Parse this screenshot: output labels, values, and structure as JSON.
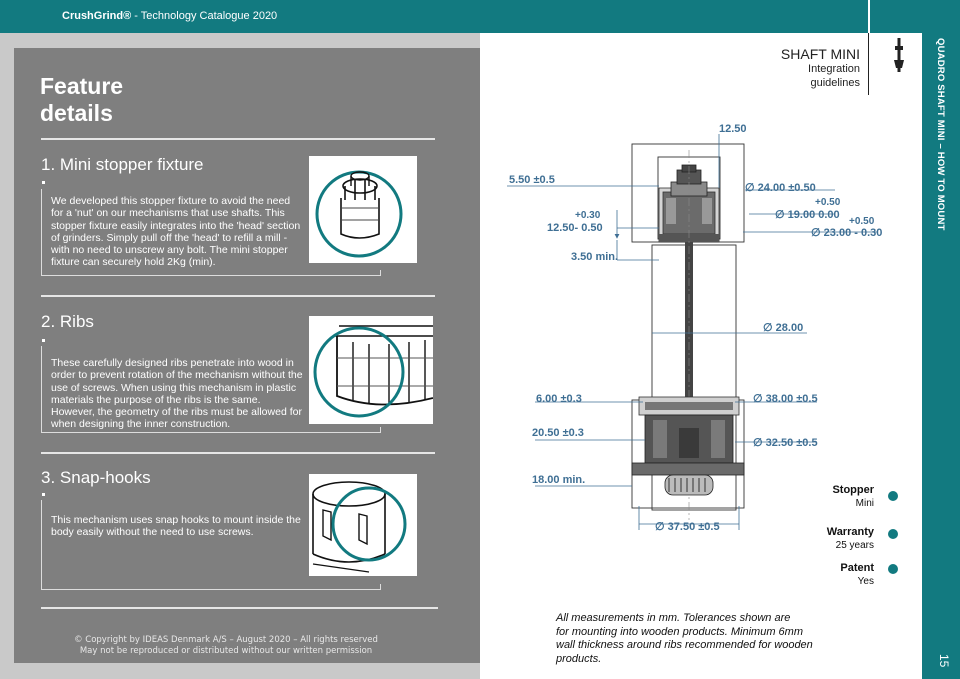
{
  "header": {
    "brand": "CrushGrind®",
    "catalogue": " - Technology Catalogue 2020"
  },
  "side_tab": {
    "label": "QUADRO SHAFT MINI – HOW TO MOUNT",
    "page_number": "15"
  },
  "left_panel": {
    "title_line1": "Feature",
    "title_line2": "details",
    "sections": [
      {
        "title": "1. Mini stopper fixture",
        "lines": [
          "We developed this stopper fixture to avoid the need",
          "for a 'nut' on our mechanisms that use shafts. This",
          "stopper fixture easily integrates into the 'head' section",
          "of grinders. Simply pull off the 'head' to refill a mill -",
          "with no need to unscrew any bolt. The mini stopper",
          "fixture can securely hold 2Kg (min)."
        ]
      },
      {
        "title": "2. Ribs",
        "lines": [
          "These carefully designed ribs penetrate into wood in",
          "order to prevent rotation of the mechanism without the",
          "use of screws. When using this mechanism in plastic",
          "materials the purpose of the ribs is the same.",
          "However, the geometry of the ribs must be allowed for",
          "when designing the inner construction."
        ]
      },
      {
        "title": "3. Snap-hooks",
        "lines": [
          "This mechanism uses snap hooks to mount inside the",
          "body easily without the need to use screws."
        ]
      }
    ],
    "copyright_line1": "© Copyright by IDEAS Denmark A/S – August 2020 – All rights reserved",
    "copyright_line2": "May not be reproduced or distributed without our written permission"
  },
  "right_panel": {
    "title": "SHAFT MINI",
    "subtitle_line1": "Integration",
    "subtitle_line2": "guidelines",
    "dimensions": {
      "d1": "12.50",
      "d2": "5.50",
      "d2_tol": "±0.5",
      "d3": "12.50",
      "d3_tol_plus": "+0.30",
      "d3_tol_minus": "- 0.50",
      "d4": "3.50 min.",
      "d5": "24.00 ±0.50",
      "d6": "19.00",
      "d6_tol_plus": "+0.50",
      "d6_tol_minus": "0.00",
      "d7": "23.00",
      "d7_tol_plus": "+0.50",
      "d7_tol_minus": "- 0.30",
      "d8": "28.00",
      "d9": "6.00",
      "d9_tol": "±0.3",
      "d10": "38.00",
      "d10_tol": "±0.5",
      "d11": "20.50",
      "d11_tol": "±0.3",
      "d12": "32.50",
      "d12_tol": "±0.5",
      "d13": "18.00 min.",
      "d14": "37.50",
      "d14_tol": "±0.5",
      "diameter_symbol": "∅"
    },
    "specs": [
      {
        "label": "Stopper",
        "value": "Mini"
      },
      {
        "label": "Warranty",
        "value": "25 years"
      },
      {
        "label": "Patent",
        "value": "Yes"
      }
    ],
    "note_lines": [
      "All measurements in mm. Tolerances shown are",
      "for mounting into wooden products. Minimum 6mm",
      "wall thickness around ribs recommended for wooden",
      "products."
    ]
  },
  "colors": {
    "accent": "#127a80",
    "panel_gray": "#7f7f7f",
    "outer_gray": "#c9c9c9",
    "dimension_blue": "#3f6f94"
  }
}
